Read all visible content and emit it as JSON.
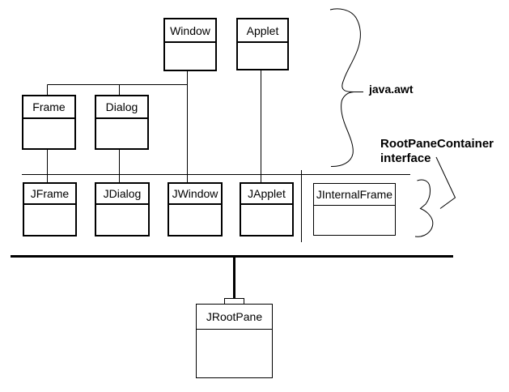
{
  "diagram": {
    "classes": {
      "window": "Window",
      "applet": "Applet",
      "frame": "Frame",
      "dialog": "Dialog",
      "jframe": "JFrame",
      "jdialog": "JDialog",
      "jwindow": "JWindow",
      "japplet": "JApplet",
      "jinternalframe": "JInternalFrame",
      "jrootpane": "JRootPane"
    },
    "annotations": {
      "package": "java.awt",
      "interface_line1": "RootPaneContainer",
      "interface_line2": "interface"
    },
    "colors": {
      "line": "#000000",
      "background": "#ffffff",
      "text": "#000000"
    }
  }
}
